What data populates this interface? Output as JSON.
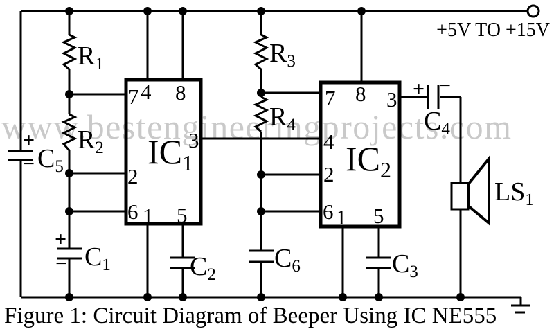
{
  "watermark": "www.bestengineeringprojects.com",
  "caption": "Figure 1: Circuit Diagram of Beeper Using IC NE555",
  "supply_label": "+5V TO +15V",
  "colors": {
    "wire": "#000000",
    "watermark": "#c9c9c9",
    "background": "#ffffff"
  },
  "signs": {
    "plus": "+",
    "minus": "−"
  },
  "ic1": {
    "name": "IC",
    "sub": "1",
    "pins": {
      "p7": "7",
      "p4": "4",
      "p8": "8",
      "p3": "3",
      "p2": "2",
      "p6": "6",
      "p1": "1",
      "p5": "5"
    }
  },
  "ic2": {
    "name": "IC",
    "sub": "2",
    "pins": {
      "p7": "7",
      "p8": "8",
      "p3": "3",
      "p4": "4",
      "p2": "2",
      "p6": "6",
      "p1": "1",
      "p5": "5"
    }
  },
  "components": {
    "r1": {
      "name": "R",
      "sub": "1"
    },
    "r2": {
      "name": "R",
      "sub": "2"
    },
    "r3": {
      "name": "R",
      "sub": "3"
    },
    "r4": {
      "name": "R",
      "sub": "4"
    },
    "c1": {
      "name": "C",
      "sub": "1"
    },
    "c2": {
      "name": "C",
      "sub": "2"
    },
    "c3": {
      "name": "C",
      "sub": "3"
    },
    "c4": {
      "name": "C",
      "sub": "4"
    },
    "c5": {
      "name": "C",
      "sub": "5"
    },
    "c6": {
      "name": "C",
      "sub": "6"
    },
    "ls1": {
      "name": "LS",
      "sub": "1"
    }
  }
}
